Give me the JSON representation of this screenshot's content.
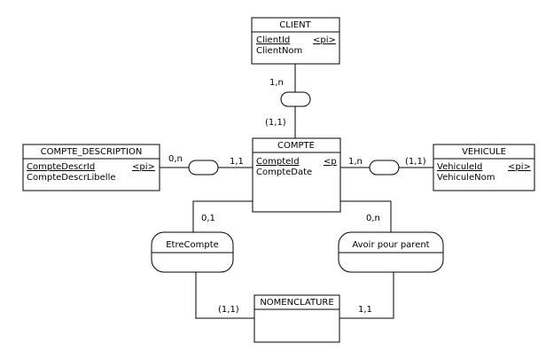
{
  "entities": {
    "client": {
      "name": "CLIENT",
      "attributes": [
        {
          "label": "ClientId",
          "key": true,
          "marker": "<pi>"
        },
        {
          "label": "ClientNom",
          "key": false,
          "marker": ""
        }
      ]
    },
    "compte": {
      "name": "COMPTE",
      "attributes": [
        {
          "label": "CompteId",
          "key": true,
          "marker": "<p"
        },
        {
          "label": "CompteDate",
          "key": false,
          "marker": ""
        }
      ]
    },
    "compte_description": {
      "name": "COMPTE_DESCRIPTION",
      "attributes": [
        {
          "label": "CompteDescrId",
          "key": true,
          "marker": "<pi>"
        },
        {
          "label": "CompteDescrLibelle",
          "key": false,
          "marker": ""
        }
      ]
    },
    "vehicule": {
      "name": "VEHICULE",
      "attributes": [
        {
          "label": "VehiculeId",
          "key": true,
          "marker": "<pi>"
        },
        {
          "label": "VehiculeNom",
          "key": false,
          "marker": ""
        }
      ]
    },
    "nomenclature": {
      "name": "NOMENCLATURE",
      "attributes": []
    }
  },
  "associations": {
    "etre_compte": {
      "label": "EtreCompte"
    },
    "avoir_pour_parent": {
      "label": "Avoir pour parent"
    }
  },
  "cardinalities": {
    "client_top": "1,n",
    "compte_client": "(1,1)",
    "descr_left": "0,n",
    "compte_descr": "1,1",
    "compte_vehicule": "1,n",
    "vehicule_right": "(1,1)",
    "compte_etre": "0,1",
    "compte_avoir": "0,n",
    "nomen_etre": "(1,1)",
    "nomen_avoir": "1,1"
  }
}
